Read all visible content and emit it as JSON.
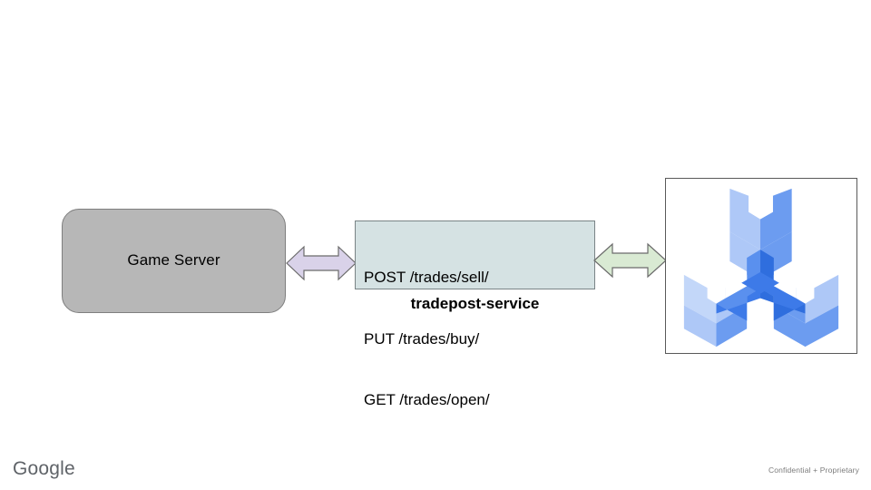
{
  "slide": {
    "background_color": "#ffffff",
    "title": ""
  },
  "nodes": {
    "game_server": {
      "label": "Game Server",
      "fill_color": "#b7b7b7",
      "border_color": "#7f7f7f",
      "shape": "rounded-rectangle"
    },
    "tradepost_service": {
      "caption": "tradepost-service",
      "fill_color": "#d5e2e3",
      "border_color": "#7a8486",
      "shape": "rectangle",
      "endpoints": [
        "POST /trades/sell/",
        "PUT /trades/buy/",
        "GET /trades/open/"
      ]
    },
    "agones_logo": {
      "alt": "agones-logo",
      "border_color": "#595959",
      "fill_color": "#ffffff",
      "palette": {
        "light": "#aec8f7",
        "medium": "#6c9cf0",
        "dark": "#3d7ae8",
        "darker": "#2f6ede"
      }
    }
  },
  "connectors": [
    {
      "name": "gameserver-to-service",
      "type": "double-arrow",
      "fill_color": "#d9d2e9",
      "border_color": "#6b6b6b"
    },
    {
      "name": "service-to-agones",
      "type": "double-arrow",
      "fill_color": "#d9ead3",
      "border_color": "#6b6b6b"
    }
  ],
  "footer": {
    "brand": "Google",
    "brand_color": "#5f6368",
    "note": "Confidential + Proprietary",
    "note_color": "#7b7b7b"
  }
}
